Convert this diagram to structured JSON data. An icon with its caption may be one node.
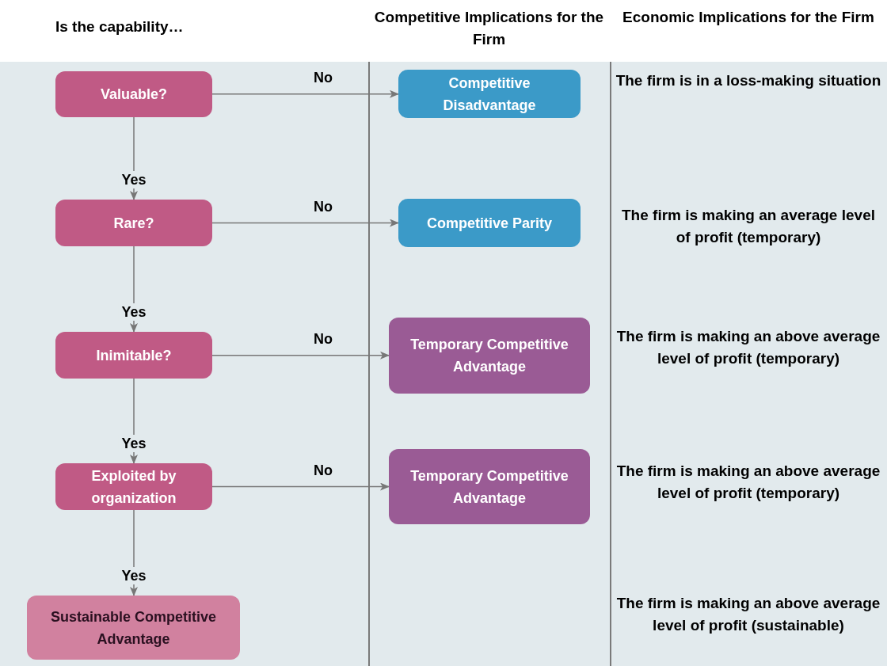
{
  "diagram": {
    "nodes": [
      {
        "text": [
          "Valuable?"
        ]
      },
      {
        "text": [
          "Competitive Disadvantage"
        ]
      },
      {
        "text": [
          "Rare?"
        ]
      },
      {
        "text": [
          "Competitive Parity"
        ]
      },
      {
        "text": [
          "Inimitable?"
        ]
      },
      {
        "text": [
          "Temporary Competitive Advantage"
        ]
      },
      {
        "text": [
          "Exploited by organization"
        ]
      },
      {
        "text": [
          "Temporary Competitive Advantage"
        ]
      },
      {
        "text": [
          "Sustainable Competitive Advantage"
        ]
      }
    ],
    "edges": [
      {
        "from": 0,
        "to": 1,
        "arrow": "to",
        "label": "No"
      },
      {
        "from": 0,
        "to": 2,
        "arrow": "to",
        "label": "Yes"
      },
      {
        "from": 2,
        "to": 3,
        "arrow": "to",
        "label": "No"
      },
      {
        "from": 2,
        "to": 4,
        "arrow": "to",
        "label": "Yes"
      },
      {
        "from": 4,
        "to": 5,
        "arrow": "to",
        "label": "No"
      },
      {
        "from": 4,
        "to": 6,
        "arrow": "to",
        "label": "Yes"
      },
      {
        "from": 6,
        "to": 7,
        "arrow": "to",
        "label": "No"
      },
      {
        "from": 6,
        "to": 8,
        "arrow": "to",
        "label": "Yes"
      }
    ],
    "labels": [
      "Is the capability…",
      "Competitive Implications for the Firm",
      "Economic Implications for the Firm",
      "The firm is in a loss-making situation",
      "The firm is making an average level of profit (temporary)",
      "The firm is making an above average level of profit (temporary)",
      "The firm is making an above average level of profit (temporary)",
      "The firm is making an above average level of profit (sustainable)"
    ]
  }
}
